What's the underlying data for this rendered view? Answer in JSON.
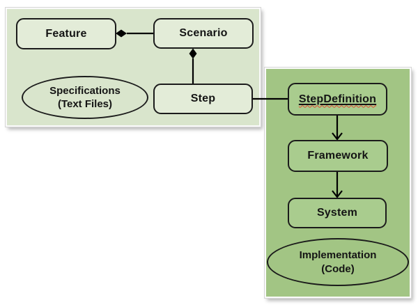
{
  "diagram": {
    "spec": {
      "feature": "Feature",
      "scenario": "Scenario",
      "step": "Step",
      "ellipse_line1": "Specifications",
      "ellipse_line2": "(Text Files)"
    },
    "impl": {
      "step_definition": "StepDefinition",
      "framework": "Framework",
      "system": "System",
      "ellipse_line1": "Implementation",
      "ellipse_line2": "(Code)"
    },
    "colors": {
      "spec_panel_bg": "#d9e5cc",
      "spec_node_bg": "#e3ecd8",
      "impl_panel_bg": "#a2c584",
      "impl_node_bg": "#a9cc8e",
      "node_border": "#1b1b1b",
      "connector": "#000000",
      "spellcheck_underline": "#e0492f"
    }
  }
}
